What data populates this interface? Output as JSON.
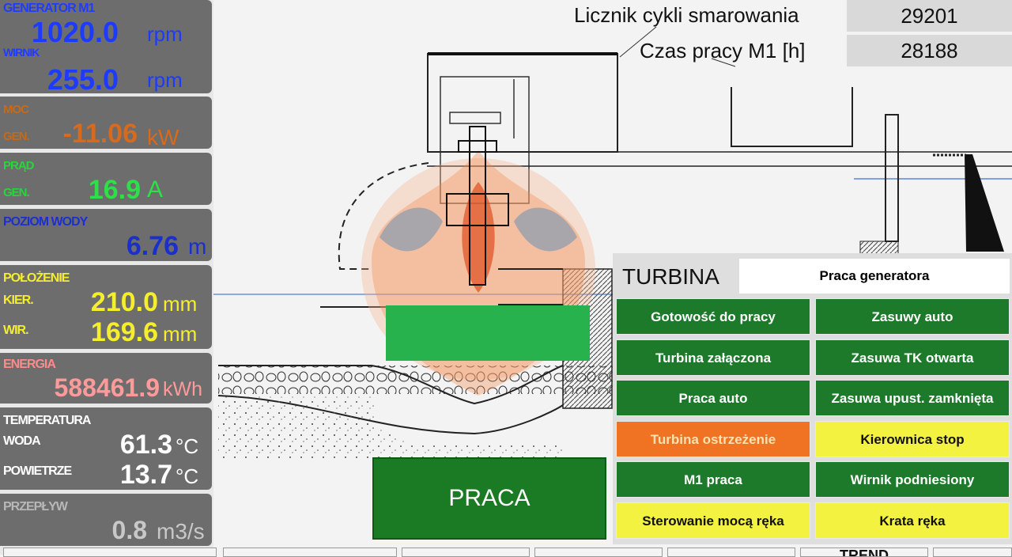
{
  "sidebar": {
    "generator": {
      "label": "GENERATOR M1",
      "value": "1020.0",
      "unit": "rpm",
      "sub_label": "WIRNIK",
      "sub_value": "255.0",
      "sub_unit": "rpm"
    },
    "power": {
      "label": "MOC",
      "sub_label": "GEN.",
      "value": "-11.06",
      "unit": "kW"
    },
    "current": {
      "label": "PRĄD",
      "sub_label": "GEN.",
      "value": "16.9",
      "unit": "A"
    },
    "water_level": {
      "label": "POZIOM WODY",
      "value": "6.76",
      "unit": "m"
    },
    "position": {
      "label": "POŁOŻENIE",
      "kier_label": "KIER.",
      "kier_value": "210.0",
      "kier_unit": "mm",
      "wir_label": "WIR.",
      "wir_value": "169.6",
      "wir_unit": "mm"
    },
    "energy": {
      "label": "ENERGIA",
      "value": "588461.9",
      "unit": "kWh"
    },
    "temperature": {
      "label": "TEMPERATURA",
      "water_label": "WODA",
      "water_value": "61.3",
      "water_unit": "°C",
      "air_label": "POWIETRZE",
      "air_value": "13.7",
      "air_unit": "°C"
    },
    "flow": {
      "label": "PRZEPŁYW",
      "value": "0.8",
      "unit": "m3/s"
    }
  },
  "counters": {
    "lubrication_label": "Licznik cykli smarowania",
    "lubrication_value": "29201",
    "runtime_label": "Czas pracy M1 [h]",
    "runtime_value": "28188"
  },
  "turbine": {
    "title": "TURBINA",
    "mode": "Praca generatora",
    "statuses": [
      {
        "label": "Gotowość do pracy",
        "color": "green"
      },
      {
        "label": "Zasuwy auto",
        "color": "green"
      },
      {
        "label": "Turbina załączona",
        "color": "green"
      },
      {
        "label": "Zasuwa TK otwarta",
        "color": "green"
      },
      {
        "label": "Praca auto",
        "color": "green"
      },
      {
        "label": "Zasuwa upust. zamknięta",
        "color": "green"
      },
      {
        "label": "Turbina ostrzeżenie",
        "color": "orange"
      },
      {
        "label": "Kierownica stop",
        "color": "yellow"
      },
      {
        "label": "M1 praca",
        "color": "green"
      },
      {
        "label": "Wirnik podniesiony",
        "color": "green"
      },
      {
        "label": "Sterowanie mocą ręka",
        "color": "yellow"
      },
      {
        "label": "Krata ręka",
        "color": "yellow"
      }
    ]
  },
  "praca_label": "PRACA",
  "bottom_tabs": {
    "trend": "TREND"
  },
  "colors": {
    "green": "#1c7a2a",
    "orange": "#ef7322",
    "yellow": "#f4f240",
    "panel": "#6d6d6d"
  }
}
